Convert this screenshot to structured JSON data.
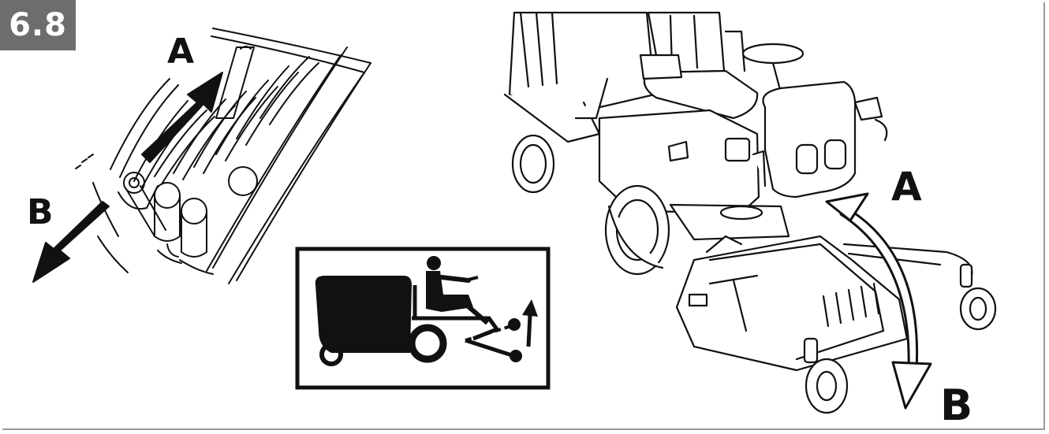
{
  "figure": {
    "section_number": "6.8",
    "lever_labels": {
      "raise": "A",
      "lower": "B"
    },
    "deck_labels": {
      "raise": "A",
      "lower": "B"
    },
    "colors": {
      "ink": "#111111",
      "badge": "#6d6d6d",
      "paper": "#ffffff"
    },
    "icons": [
      "lift-lever-closeup",
      "raise-lower-arrows",
      "deck-lift-symbol",
      "front-deck-mower",
      "rotation-arrows"
    ]
  }
}
